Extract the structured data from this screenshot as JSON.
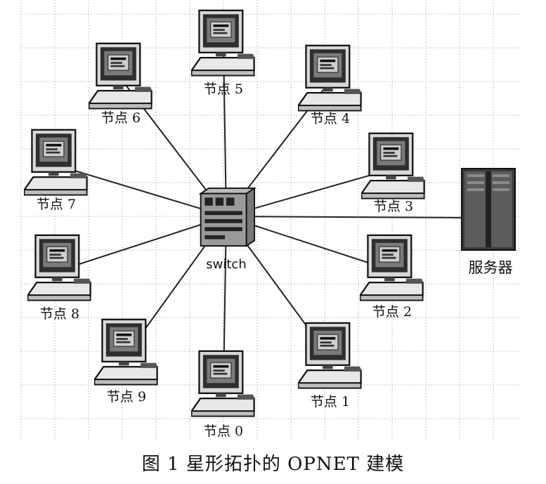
{
  "diagram": {
    "hub_label": "switch",
    "server_label": "服务器",
    "nodes": [
      {
        "id": "0",
        "label": "节点 0",
        "icon": "computer-icon"
      },
      {
        "id": "1",
        "label": "节点 1",
        "icon": "computer-icon"
      },
      {
        "id": "2",
        "label": "节点 2",
        "icon": "computer-icon"
      },
      {
        "id": "3",
        "label": "节点 3",
        "icon": "computer-icon"
      },
      {
        "id": "4",
        "label": "节点 4",
        "icon": "computer-icon"
      },
      {
        "id": "5",
        "label": "节点 5",
        "icon": "computer-icon"
      },
      {
        "id": "6",
        "label": "节点 6",
        "icon": "computer-icon"
      },
      {
        "id": "7",
        "label": "节点 7",
        "icon": "computer-icon"
      },
      {
        "id": "8",
        "label": "节点 8",
        "icon": "computer-icon"
      },
      {
        "id": "9",
        "label": "节点 9",
        "icon": "computer-icon"
      }
    ],
    "edges": [
      [
        "switch",
        "0"
      ],
      [
        "switch",
        "1"
      ],
      [
        "switch",
        "2"
      ],
      [
        "switch",
        "3"
      ],
      [
        "switch",
        "4"
      ],
      [
        "switch",
        "5"
      ],
      [
        "switch",
        "6"
      ],
      [
        "switch",
        "7"
      ],
      [
        "switch",
        "8"
      ],
      [
        "switch",
        "9"
      ],
      [
        "switch",
        "server"
      ]
    ]
  },
  "caption": "图 1  星形拓扑的 OPNET 建模"
}
